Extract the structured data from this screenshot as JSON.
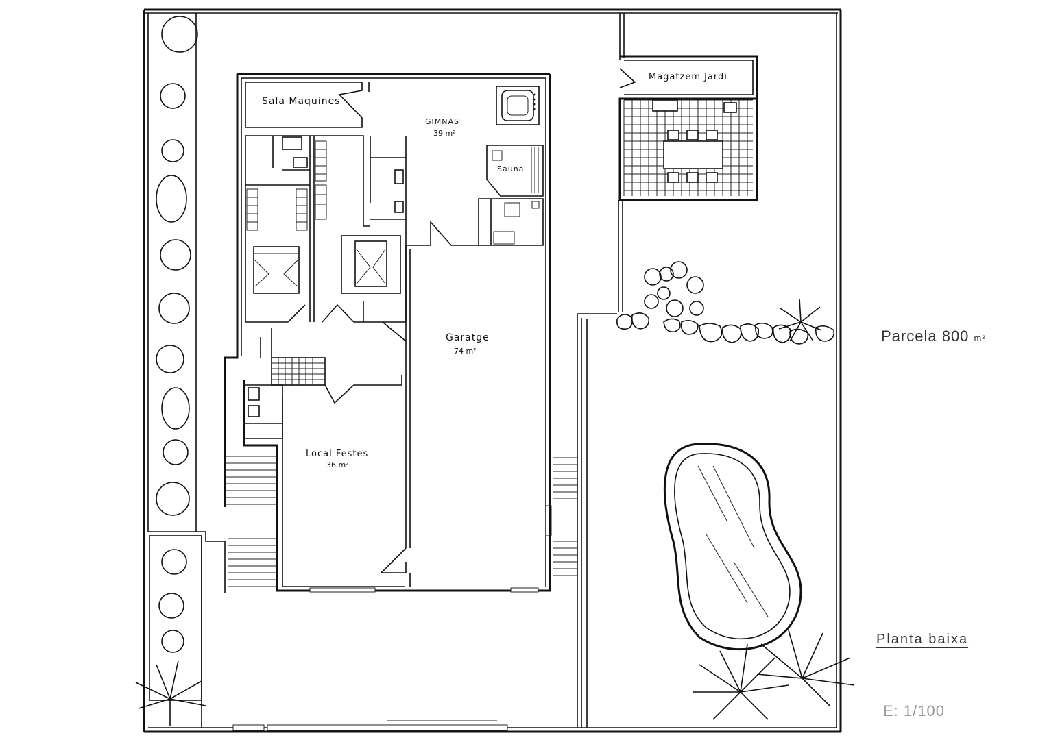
{
  "drawing": {
    "rooms": [
      {
        "id": "sala-maquines",
        "name": "Sala Maquines",
        "area": ""
      },
      {
        "id": "gimnas",
        "name": "GIMNAS",
        "area": "39 m²"
      },
      {
        "id": "sauna",
        "name": "Sauna",
        "area": ""
      },
      {
        "id": "garatge",
        "name": "Garatge",
        "area": "74 m²"
      },
      {
        "id": "local-festes",
        "name": "Local Festes",
        "area": "36 m²"
      },
      {
        "id": "magatzem-jardi",
        "name": "Magatzem Jardi",
        "area": ""
      }
    ],
    "parcela_label": "Parcela 800",
    "parcela_unit": "m²",
    "plan_title": "Planta baixa",
    "scale": "E: 1/100"
  }
}
